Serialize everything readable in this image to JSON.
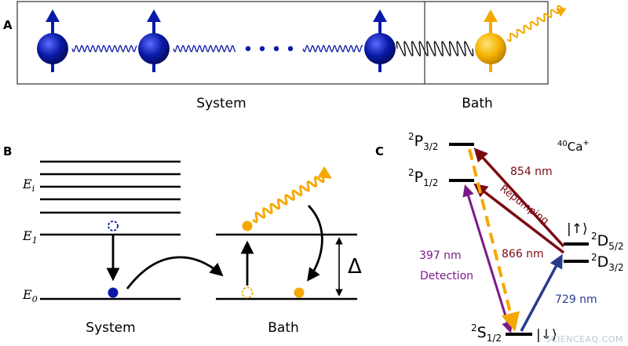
{
  "panel_a": {
    "label": "A",
    "system_label": "System",
    "bath_label": "Bath"
  },
  "panel_b": {
    "label": "B",
    "levels": {
      "e_i": "E",
      "e_i_sub": "i",
      "e_1": "E",
      "e_1_sub": "1",
      "e_0": "E",
      "e_0_sub": "0"
    },
    "system_label": "System",
    "bath_label": "Bath",
    "delta": "Δ"
  },
  "panel_c": {
    "label": "C",
    "ion": {
      "mass": "40",
      "element": "Ca",
      "charge": "+"
    },
    "levels": {
      "p32": {
        "sup": "2",
        "main": "P",
        "sub": "3/2"
      },
      "p12": {
        "sup": "2",
        "main": "P",
        "sub": "1/2"
      },
      "d52": {
        "sup": "2",
        "main": "D",
        "sub": "5/2"
      },
      "d32": {
        "sup": "2",
        "main": "D",
        "sub": "3/2"
      },
      "s12": {
        "sup": "2",
        "main": "S",
        "sub": "1/2"
      }
    },
    "ket_up": "|↑⟩",
    "ket_down": "|↓⟩",
    "transitions": {
      "t854": "854 nm",
      "repumping": "Repumping",
      "t866": "866 nm",
      "t397": "397 nm",
      "detection": "Detection",
      "t729": "729 nm"
    }
  },
  "colors": {
    "system_blue": "#0a1aa8",
    "bath_orange": "#f5a800",
    "dark_red": "#7a0a12",
    "purple": "#7a1a8a",
    "navy": "#283c8c"
  },
  "watermark": "SCIENCEAQ.COM"
}
